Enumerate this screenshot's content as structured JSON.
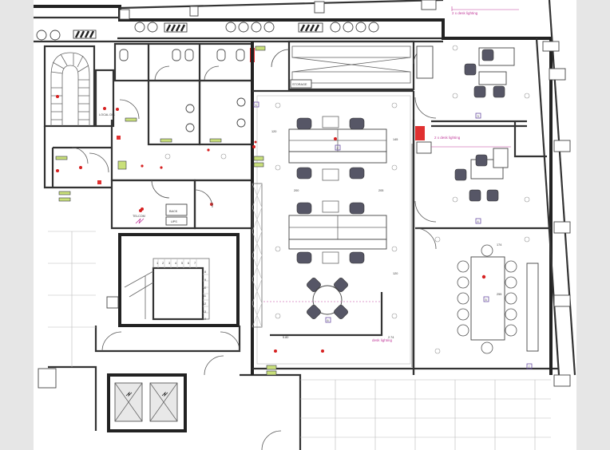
{
  "labels": {
    "local_dis": "LOCAL DIS",
    "telecom": "TELCOM",
    "back": "BACK",
    "ups": "UPS",
    "storage": "STORAGE"
  },
  "room_tags": [
    "1",
    "2",
    "3",
    "4",
    "5",
    "6",
    "7"
  ],
  "stair_numbers": [
    "1",
    "2",
    "3",
    "4",
    "5",
    "6",
    "7",
    "8",
    "9",
    "10",
    "11",
    "12",
    "13",
    "14"
  ],
  "annotations": {
    "dim_a": "120",
    "dim_b": "200",
    "dim_c": "205",
    "dim_d": "145",
    "dim_e": "174",
    "dim_f": "255",
    "dim_g": "120",
    "dim_h": "5.80",
    "dim_i": "2.74",
    "pink_note_1": "2 x desk lighting",
    "pink_note_2": "2 x desk lighting",
    "pink_note_3": "desk lighting"
  },
  "colors": {
    "wall": "#333333",
    "electrical_red": "#d62020",
    "tag_green": "#c9e07a",
    "annotation_purple": "#6a4fa3",
    "note_pink": "#c03a9a",
    "chair_dark": "#565666"
  }
}
